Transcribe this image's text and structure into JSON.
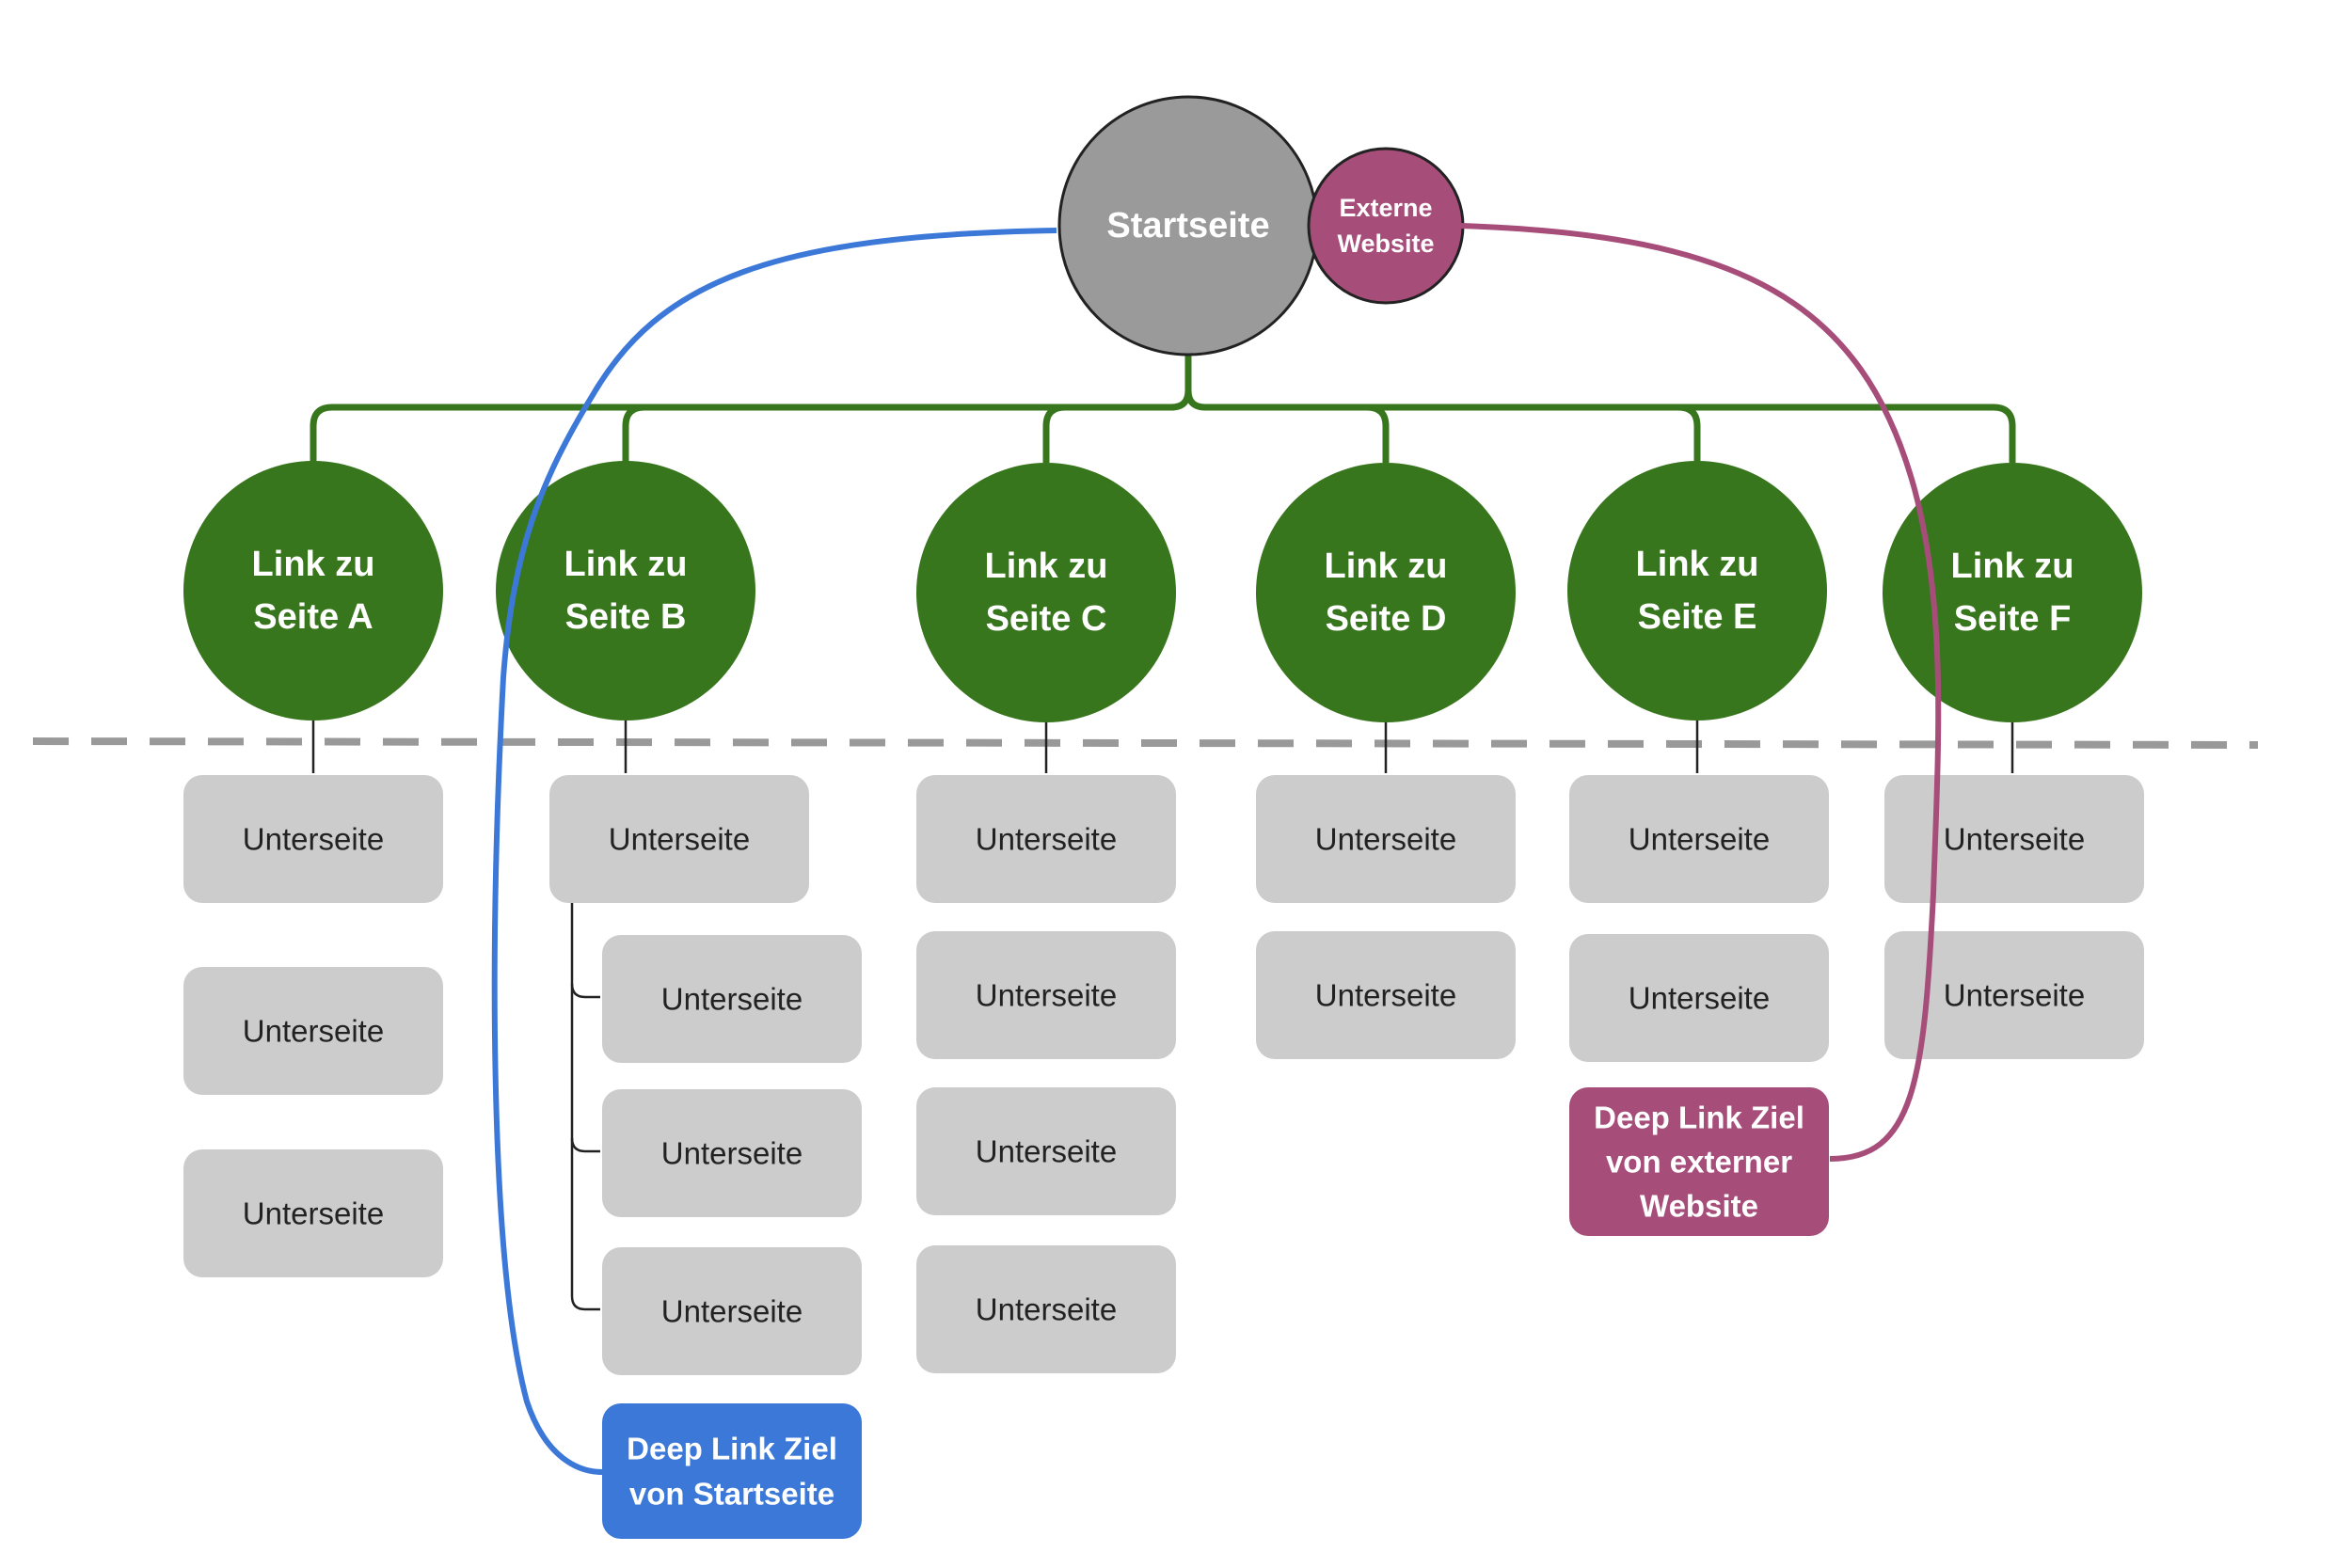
{
  "colors": {
    "start": "#9a9a9a",
    "node": "#38761d",
    "sub": "#cccccc",
    "external": "#a64d79",
    "deep_blue": "#3c78d8",
    "dash": "#999999"
  },
  "start": {
    "label": "Startseite"
  },
  "external": {
    "lines": [
      "Externe",
      "Website"
    ]
  },
  "nodes": [
    {
      "lines": [
        "Link zu",
        "Seite A"
      ],
      "subpages": [
        "Unterseite",
        "Unterseite",
        "Unterseite"
      ]
    },
    {
      "lines": [
        "Link zu",
        "Seite B"
      ],
      "subpages": [
        "Unterseite"
      ],
      "nested_subpages": [
        "Unterseite",
        "Unterseite",
        "Unterseite"
      ]
    },
    {
      "lines": [
        "Link zu",
        "Seite C"
      ],
      "subpages": [
        "Unterseite",
        "Unterseite",
        "Unterseite",
        "Unterseite"
      ]
    },
    {
      "lines": [
        "Link zu",
        "Seite D"
      ],
      "subpages": [
        "Unterseite",
        "Unterseite"
      ]
    },
    {
      "lines": [
        "Link zu",
        "Seite E"
      ],
      "subpages": [
        "Unterseite",
        "Unterseite"
      ]
    },
    {
      "lines": [
        "Link zu",
        "Seite F"
      ],
      "subpages": [
        "Unterseite",
        "Unterseite"
      ]
    }
  ],
  "deep_link_start": {
    "lines": [
      "Deep Link Ziel",
      "von Startseite"
    ]
  },
  "deep_link_external": {
    "lines": [
      "Deep Link Ziel",
      "von externer",
      "Website"
    ]
  }
}
